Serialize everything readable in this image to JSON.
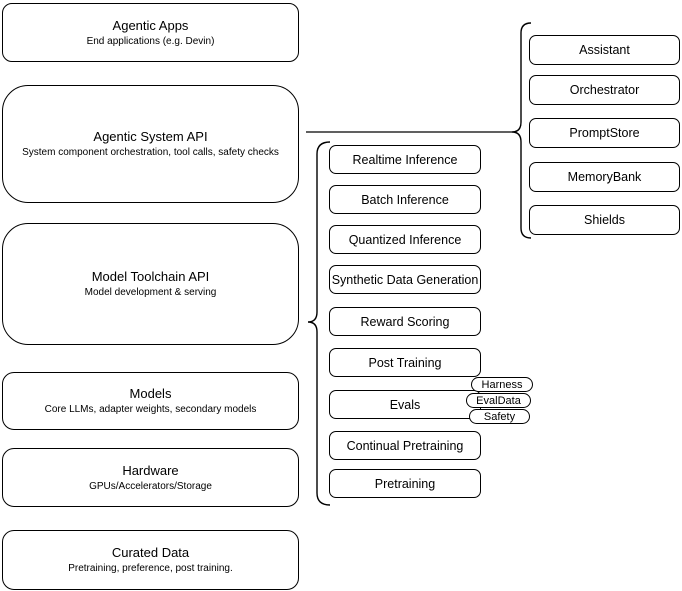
{
  "diagram": {
    "left_column": [
      {
        "title": "Agentic Apps",
        "subtitle": "End applications (e.g. Devin)"
      },
      {
        "title": "Agentic System API",
        "subtitle": "System component orchestration, tool calls, safety checks"
      },
      {
        "title": "Model Toolchain API",
        "subtitle": "Model development & serving"
      },
      {
        "title": "Models",
        "subtitle": "Core LLMs, adapter weights, secondary models"
      },
      {
        "title": "Hardware",
        "subtitle": "GPUs/Accelerators/Storage"
      },
      {
        "title": "Curated Data",
        "subtitle": "Pretraining, preference, post training."
      }
    ],
    "toolchain_items": [
      "Realtime Inference",
      "Batch Inference",
      "Quantized Inference",
      "Synthetic Data Generation",
      "Reward Scoring",
      "Post Training",
      "Evals",
      "Continual Pretraining",
      "Pretraining"
    ],
    "eval_tags": [
      "Harness",
      "EvalData",
      "Safety"
    ],
    "system_components": [
      "Assistant",
      "Orchestrator",
      "PromptStore",
      "MemoryBank",
      "Shields"
    ],
    "colors": {
      "stroke": "#000000",
      "fill": "#ffffff",
      "text": "#000000"
    }
  }
}
